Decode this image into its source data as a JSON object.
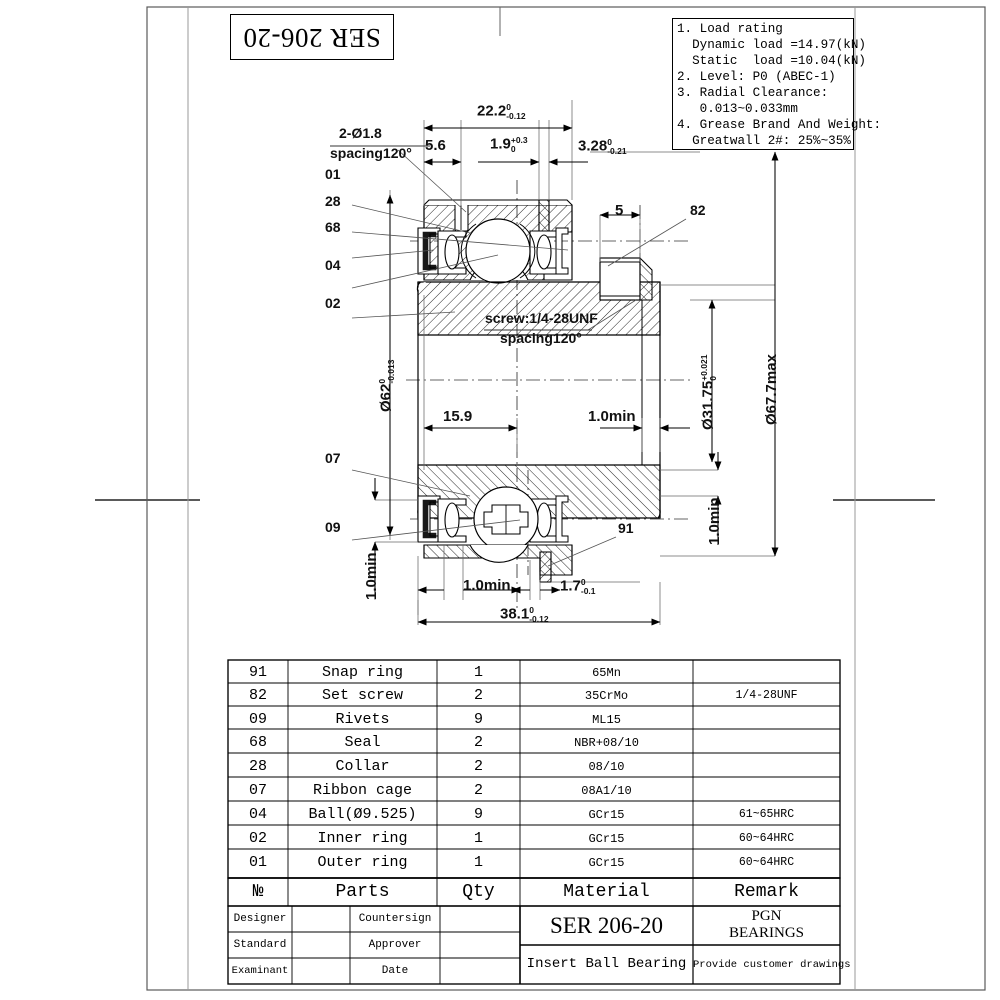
{
  "drawing": {
    "title_rotated": "SER 206-20",
    "notes": [
      "1. Load rating",
      "  Dynamic load =14.97(kN)",
      "  Static  load =10.04(kN)",
      "2. Level: P0 (ABEC-1)",
      "3. Radial Clearance:",
      "   0.013~0.033mm",
      "4. Grease Brand And Weight:",
      "  Greatwall 2#: 25%~35%"
    ],
    "callouts": {
      "hole_note_line1": "2-Ø1.8",
      "hole_note_line2": "spacing120°",
      "screw_note_line1": "screw:1/4-28UNF",
      "screw_note_line2": "spacing120°"
    },
    "leaders": [
      {
        "id": "01"
      },
      {
        "id": "28"
      },
      {
        "id": "68"
      },
      {
        "id": "04"
      },
      {
        "id": "02"
      },
      {
        "id": "07"
      },
      {
        "id": "09"
      },
      {
        "id": "91"
      },
      {
        "id": "82"
      }
    ],
    "dimensions": {
      "d_22_2": {
        "value": "22.2",
        "up": "0",
        "dn": "-0.12"
      },
      "d_5_6": {
        "value": "5.6"
      },
      "d_1_9": {
        "value": "1.9",
        "up": "+0.3",
        "dn": "0"
      },
      "d_3_28": {
        "value": "3.28",
        "up": "0",
        "dn": "-0.21"
      },
      "d_5": {
        "value": "5"
      },
      "d_62": {
        "value": "Ø62",
        "up": "0",
        "dn": "-0.013"
      },
      "d_31_75": {
        "value": "Ø31.75",
        "up": "+0.021",
        "dn": "0"
      },
      "d_67_7": {
        "value": "Ø67.7max"
      },
      "d_15_9": {
        "value": "15.9"
      },
      "d_1min_a": {
        "value": "1.0min"
      },
      "d_1min_b": {
        "value": "1.0min"
      },
      "d_1min_c": {
        "value": "1.0min"
      },
      "d_1min_d": {
        "value": "1.0min"
      },
      "d_1_7": {
        "value": "1.7",
        "up": "0",
        "dn": "-0.1"
      },
      "d_38_1": {
        "value": "38.1",
        "up": "0",
        "dn": "-0.12"
      }
    },
    "parts_table": {
      "headers": [
        "№",
        "Parts",
        "Qty",
        "Material",
        "Remark"
      ],
      "rows": [
        {
          "no": "91",
          "parts": "Snap ring",
          "qty": "1",
          "material": "65Mn",
          "remark": ""
        },
        {
          "no": "82",
          "parts": "Set screw",
          "qty": "2",
          "material": "35CrMo",
          "remark": "1/4-28UNF"
        },
        {
          "no": "09",
          "parts": "Rivets",
          "qty": "9",
          "material": "ML15",
          "remark": ""
        },
        {
          "no": "68",
          "parts": "Seal",
          "qty": "2",
          "material": "NBR+08/10",
          "remark": ""
        },
        {
          "no": "28",
          "parts": "Collar",
          "qty": "2",
          "material": "08/10",
          "remark": ""
        },
        {
          "no": "07",
          "parts": "Ribbon cage",
          "qty": "2",
          "material": "08A1/10",
          "remark": ""
        },
        {
          "no": "04",
          "parts": "Ball(Ø9.525)",
          "qty": "9",
          "material": "GCr15",
          "remark": "61~65HRC"
        },
        {
          "no": "02",
          "parts": "Inner ring",
          "qty": "1",
          "material": "GCr15",
          "remark": "60~64HRC"
        },
        {
          "no": "01",
          "parts": "Outer ring",
          "qty": "1",
          "material": "GCr15",
          "remark": "60~64HRC"
        }
      ]
    },
    "title_block": {
      "designer_label": "Designer",
      "designer_value": "",
      "countersign_label": "Countersign",
      "countersign_value": "",
      "standard_label": "Standard",
      "standard_value": "",
      "approver_label": "Approver",
      "approver_value": "",
      "examinant_label": "Examinant",
      "examinant_value": "",
      "date_label": "Date",
      "date_value": "",
      "part_number": "SER 206-20",
      "company_line1": "PGN",
      "company_line2": "BEARINGS",
      "product_name": "Insert Ball Bearing",
      "footer_note": "Provide customer drawings"
    }
  }
}
